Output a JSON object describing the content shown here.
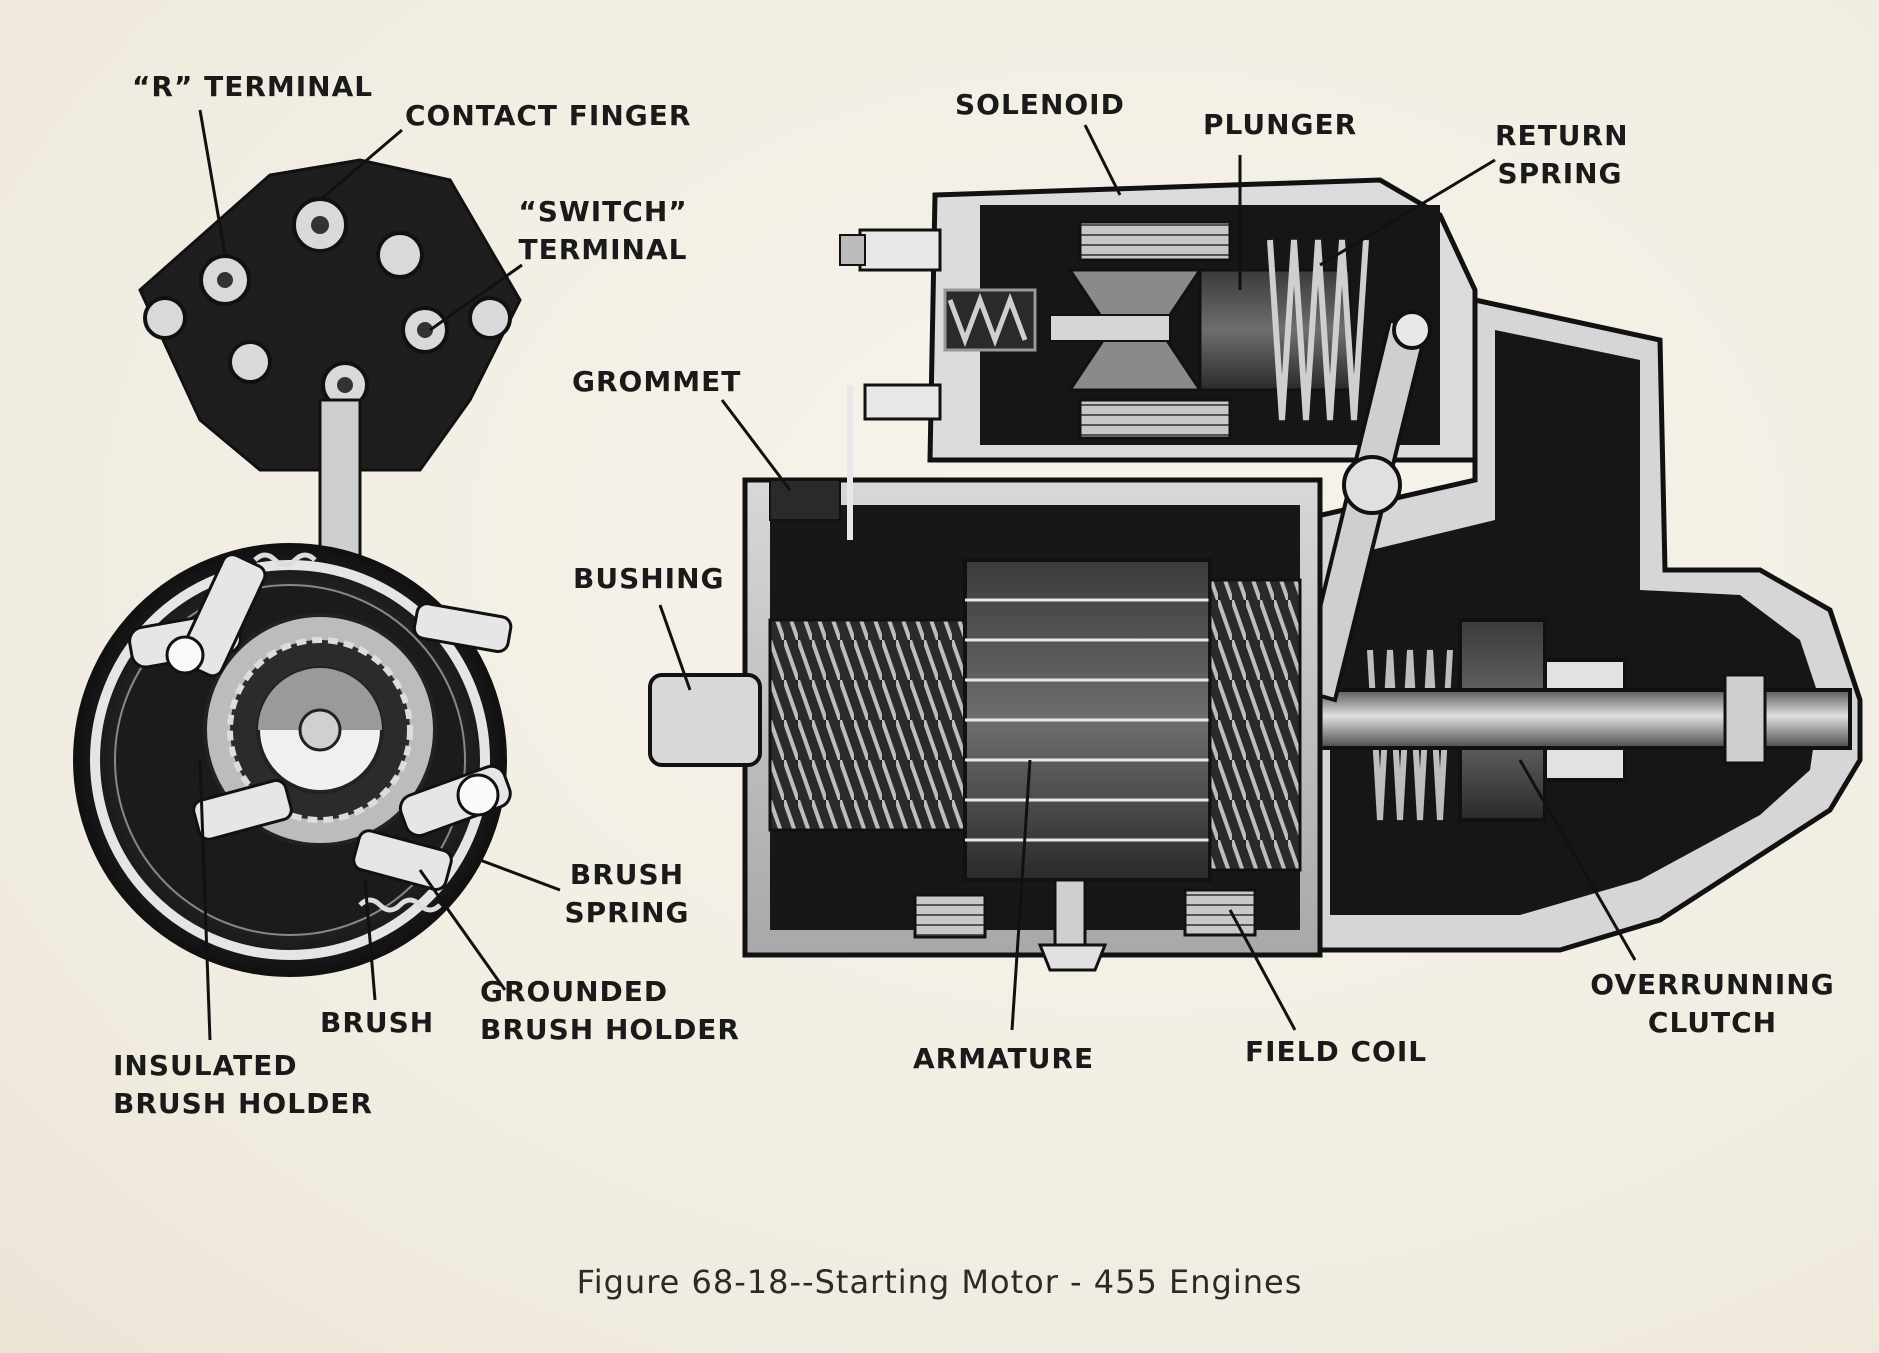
{
  "labels": {
    "r_terminal": "“R” TERMINAL",
    "contact_finger": "CONTACT FINGER",
    "switch_terminal_1": "“SWITCH”",
    "switch_terminal_2": "TERMINAL",
    "grommet": "GROMMET",
    "bushing": "BUSHING",
    "brush_spring_1": "BRUSH",
    "brush_spring_2": "SPRING",
    "grounded_brush_holder_1": "GROUNDED",
    "grounded_brush_holder_2": "BRUSH HOLDER",
    "brush": "BRUSH",
    "insulated_brush_holder_1": "INSULATED",
    "insulated_brush_holder_2": "BRUSH HOLDER",
    "solenoid": "SOLENOID",
    "plunger": "PLUNGER",
    "return_spring_1": "RETURN",
    "return_spring_2": "SPRING",
    "overrunning_clutch_1": "OVERRUNNING",
    "overrunning_clutch_2": "CLUTCH",
    "armature": "ARMATURE",
    "field_coil": "FIELD COIL"
  },
  "caption": "Figure 68-18--Starting Motor - 455 Engines",
  "colors": {
    "paper": "#f3efe6",
    "ink": "#1a1a1a",
    "metal_light": "#cfcfcf",
    "metal_mid": "#8a8a8a",
    "metal_dark": "#2b2b2b"
  }
}
